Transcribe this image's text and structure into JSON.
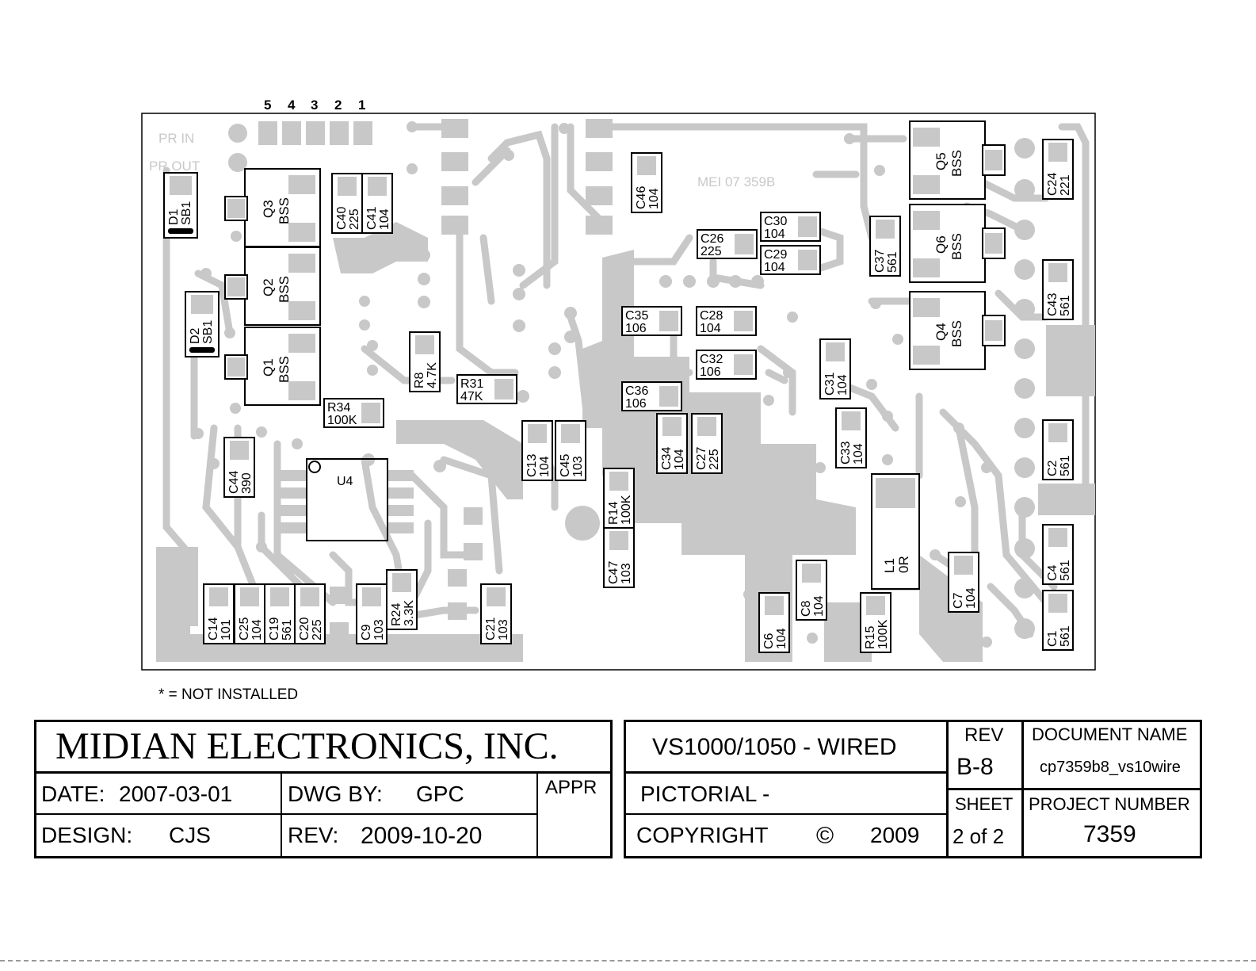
{
  "pins": [
    "5",
    "4",
    "3",
    "2",
    "1"
  ],
  "silk_labels": {
    "pr_in": "PR IN",
    "pr_out": "PR OUT",
    "board_id": "MEI 07 359B",
    "u4": "U4"
  },
  "components": [
    {
      "ref": "D1",
      "val": "SB1",
      "orient": "v"
    },
    {
      "ref": "D2",
      "val": "SB1",
      "orient": "v"
    },
    {
      "ref": "Q3",
      "val": "BSS",
      "orient": "v"
    },
    {
      "ref": "Q2",
      "val": "BSS",
      "orient": "v"
    },
    {
      "ref": "Q1",
      "val": "BSS",
      "orient": "v"
    },
    {
      "ref": "C40",
      "val": "225",
      "orient": "v"
    },
    {
      "ref": "C41",
      "val": "104",
      "orient": "v"
    },
    {
      "ref": "R8",
      "val": "4.7K",
      "orient": "v"
    },
    {
      "ref": "R31",
      "val": "47K",
      "orient": "h"
    },
    {
      "ref": "R34",
      "val": "100K",
      "orient": "h"
    },
    {
      "ref": "C44",
      "val": "390",
      "orient": "v"
    },
    {
      "ref": "C46",
      "val": "104",
      "orient": "v"
    },
    {
      "ref": "C30",
      "val": "104",
      "orient": "h"
    },
    {
      "ref": "C26",
      "val": "225",
      "orient": "h"
    },
    {
      "ref": "C29",
      "val": "104",
      "orient": "h"
    },
    {
      "ref": "C35",
      "val": "106",
      "orient": "h"
    },
    {
      "ref": "C28",
      "val": "104",
      "orient": "h"
    },
    {
      "ref": "C32",
      "val": "106",
      "orient": "h"
    },
    {
      "ref": "C36",
      "val": "106",
      "orient": "h"
    },
    {
      "ref": "C13",
      "val": "104",
      "orient": "v"
    },
    {
      "ref": "C45",
      "val": "103",
      "orient": "v"
    },
    {
      "ref": "C34",
      "val": "104",
      "orient": "v"
    },
    {
      "ref": "C27",
      "val": "225",
      "orient": "v"
    },
    {
      "ref": "R14",
      "val": "100K",
      "orient": "v"
    },
    {
      "ref": "C47",
      "val": "103",
      "orient": "v"
    },
    {
      "ref": "C31",
      "val": "104",
      "orient": "v"
    },
    {
      "ref": "C33",
      "val": "104",
      "orient": "v"
    },
    {
      "ref": "C37",
      "val": "561",
      "orient": "v"
    },
    {
      "ref": "Q5",
      "val": "BSS",
      "orient": "v"
    },
    {
      "ref": "Q6",
      "val": "BSS",
      "orient": "v"
    },
    {
      "ref": "Q4",
      "val": "BSS",
      "orient": "v"
    },
    {
      "ref": "C24",
      "val": "221",
      "orient": "v"
    },
    {
      "ref": "C43",
      "val": "561",
      "orient": "v"
    },
    {
      "ref": "C2",
      "val": "561",
      "orient": "v"
    },
    {
      "ref": "C4",
      "val": "561",
      "orient": "v"
    },
    {
      "ref": "C1",
      "val": "561",
      "orient": "v"
    },
    {
      "ref": "L1",
      "val": "0R",
      "orient": "v"
    },
    {
      "ref": "C7",
      "val": "104",
      "orient": "v"
    },
    {
      "ref": "C8",
      "val": "104",
      "orient": "v"
    },
    {
      "ref": "C6",
      "val": "104",
      "orient": "v"
    },
    {
      "ref": "R15",
      "val": "100K",
      "orient": "v"
    },
    {
      "ref": "C14",
      "val": "101",
      "orient": "v"
    },
    {
      "ref": "C25",
      "val": "104",
      "orient": "v"
    },
    {
      "ref": "C19",
      "val": "561",
      "orient": "v"
    },
    {
      "ref": "C20",
      "val": "225",
      "orient": "v"
    },
    {
      "ref": "C9",
      "val": "103",
      "orient": "v"
    },
    {
      "ref": "R24",
      "val": "3.3K",
      "orient": "v"
    },
    {
      "ref": "C21",
      "val": "103",
      "orient": "v"
    }
  ],
  "note": "* = NOT INSTALLED",
  "title_block": {
    "company": "MIDIAN ELECTRONICS, INC.",
    "date_label": "DATE:",
    "date_value": "2007-03-01",
    "dwg_by_label": "DWG BY:",
    "dwg_by_value": "GPC",
    "appr_label": "APPR",
    "design_label": "DESIGN:",
    "design_value": "CJS",
    "rev_label": "REV:",
    "rev_date": "2009-10-20",
    "title": "VS1000/1050 - WIRED",
    "subtitle": "PICTORIAL -",
    "copyright_label": "COPYRIGHT",
    "copyright_symbol": "©",
    "copyright_year": "2009",
    "rev_header": "REV",
    "rev_value": "B-8",
    "doc_name_label": "DOCUMENT NAME",
    "doc_name_value": "cp7359b8_vs10wire",
    "sheet_label": "SHEET",
    "sheet_value": "2 of 2",
    "project_label": "PROJECT NUMBER",
    "project_value": "7359"
  },
  "colors": {
    "copper": "#c8c8c8",
    "outline": "#000000",
    "pad": "#c8c8c8",
    "silk_light": "#ffffff"
  }
}
